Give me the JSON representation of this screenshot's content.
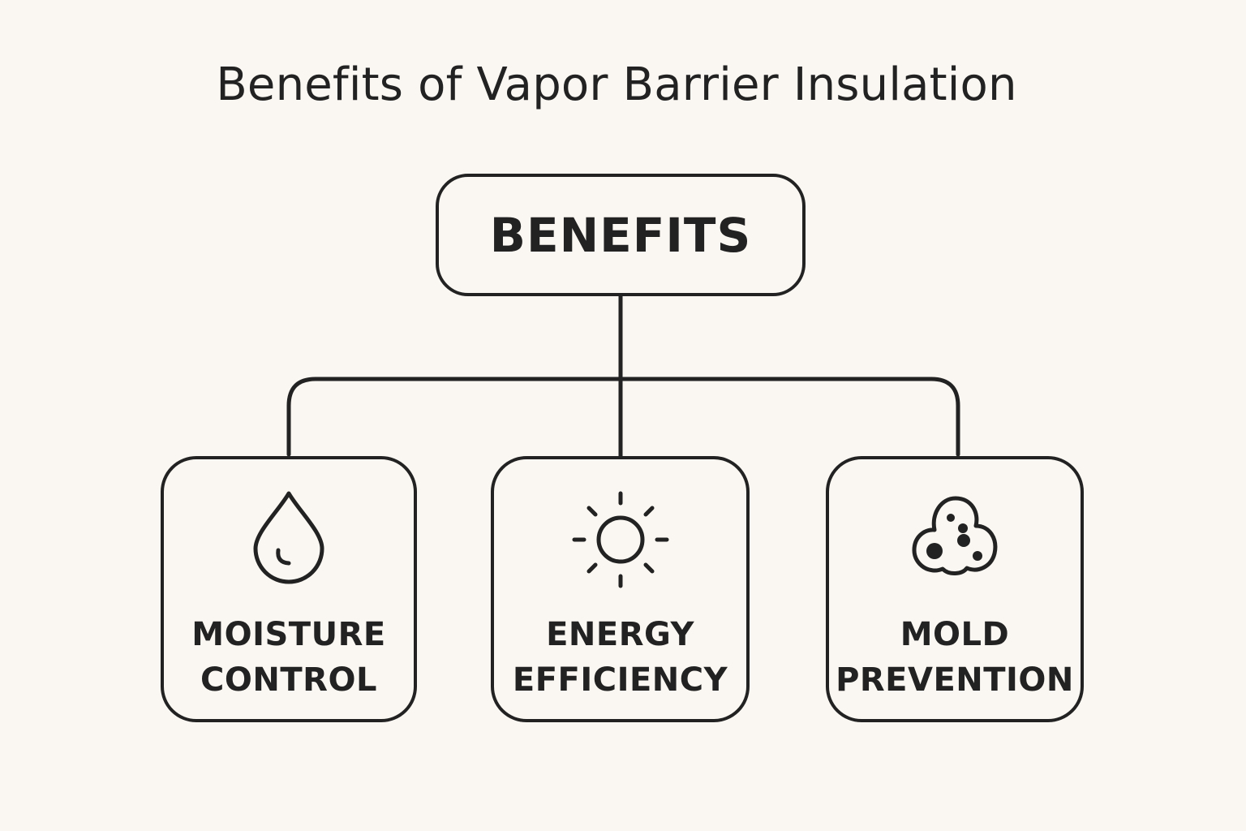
{
  "title": "Benefits of Vapor Barrier Insulation",
  "root": {
    "label": "BENEFITS"
  },
  "benefits": [
    {
      "line1": "MOISTURE",
      "line2": "CONTROL",
      "icon": "water-drop-icon"
    },
    {
      "line1": "ENERGY",
      "line2": "EFFICIENCY",
      "icon": "sun-icon"
    },
    {
      "line1": "MOLD",
      "line2": "PREVENTION",
      "icon": "mold-spores-icon"
    }
  ],
  "colors": {
    "background": "#faf7f2",
    "stroke": "#222222"
  }
}
